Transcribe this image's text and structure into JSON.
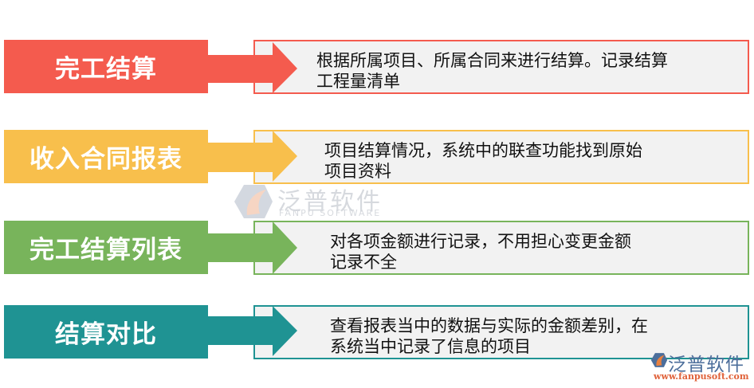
{
  "rows": [
    {
      "label": "完工结算",
      "color": "#F45B4E",
      "description_lines": [
        "根据所属项目、所属合同来进行结算。记录结算",
        "工程量清单"
      ]
    },
    {
      "label": "收入合同报表",
      "color": "#F8BF4C",
      "description_lines": [
        "项目结算情况，系统中的联查功能找到原始",
        "项目资料"
      ]
    },
    {
      "label": "完工结算列表",
      "color": "#78B45B",
      "description_lines": [
        "对各项金额进行记录，不用担心变更金额",
        "记录不全"
      ]
    },
    {
      "label": "结算对比",
      "color": "#1F9393",
      "description_lines": [
        "查看报表当中的数据与实际的金额差别，在",
        "系统当中记录了信息的项目"
      ]
    }
  ],
  "watermark": {
    "title": "泛普软件",
    "subtitle": "FANPU SOFTWARE"
  },
  "corner_logo": {
    "title": "泛普软件",
    "url": "www.fanpusoft.com"
  },
  "description_box_background": "#F2F2F2"
}
